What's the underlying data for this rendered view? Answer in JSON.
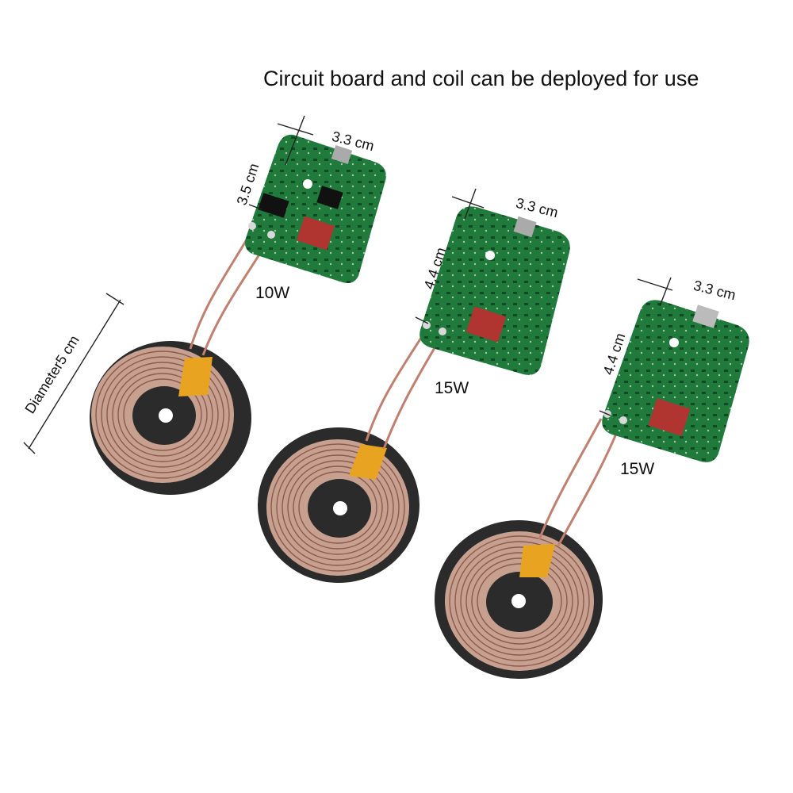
{
  "headline": "Circuit board and coil can be deployed for use",
  "modules": [
    {
      "power": "10W",
      "width": "3.3 cm",
      "height": "3.5 cm"
    },
    {
      "power": "15W",
      "width": "3.3 cm",
      "height": "4.4 cm"
    },
    {
      "power": "15W",
      "width": "3.3 cm",
      "height": "4.4 cm"
    }
  ],
  "coil_diameter": "Diameter5 cm",
  "colors": {
    "pcb": "#1f7a3c",
    "capacitor": "#b03530",
    "coil_copper": "#c79a8a",
    "ferrite": "#2a2a2a",
    "kapton_tape": "#e8a321"
  }
}
